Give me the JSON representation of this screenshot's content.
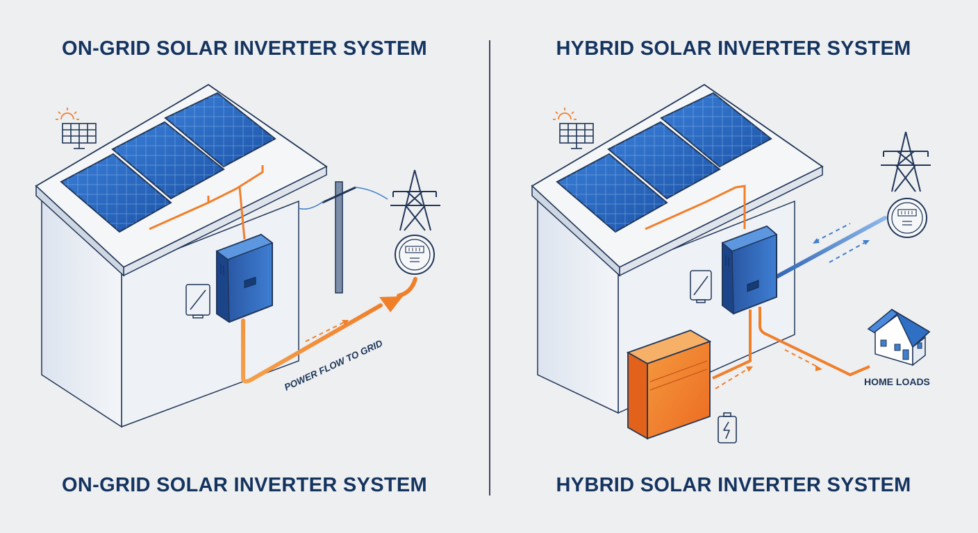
{
  "left_panel": {
    "top_title": "ON-GRID SOLAR INVERTER SYSTEM",
    "bottom_title": "ON-GRID SOLAR INVERTER SYSTEM",
    "flow_label": "POWER FLOW TO GRID"
  },
  "right_panel": {
    "top_title": "HYBRID SOLAR INVERTER SYSTEM",
    "bottom_title": "HYBRID SOLAR INVERTER SYSTEM",
    "home_label": "HOME LOADS"
  },
  "colors": {
    "title": "#14345f",
    "panel_blue": "#2f6fc4",
    "flow_orange": "#f07f2a",
    "grid_blue": "#3f7fcc",
    "line_dark": "#1f3557"
  },
  "icons": [
    "sun-icon",
    "solar-panel-icon",
    "transmission-tower-icon",
    "electric-meter-icon",
    "inverter-outline-icon",
    "battery-icon",
    "house-icon",
    "utility-pole-icon"
  ]
}
